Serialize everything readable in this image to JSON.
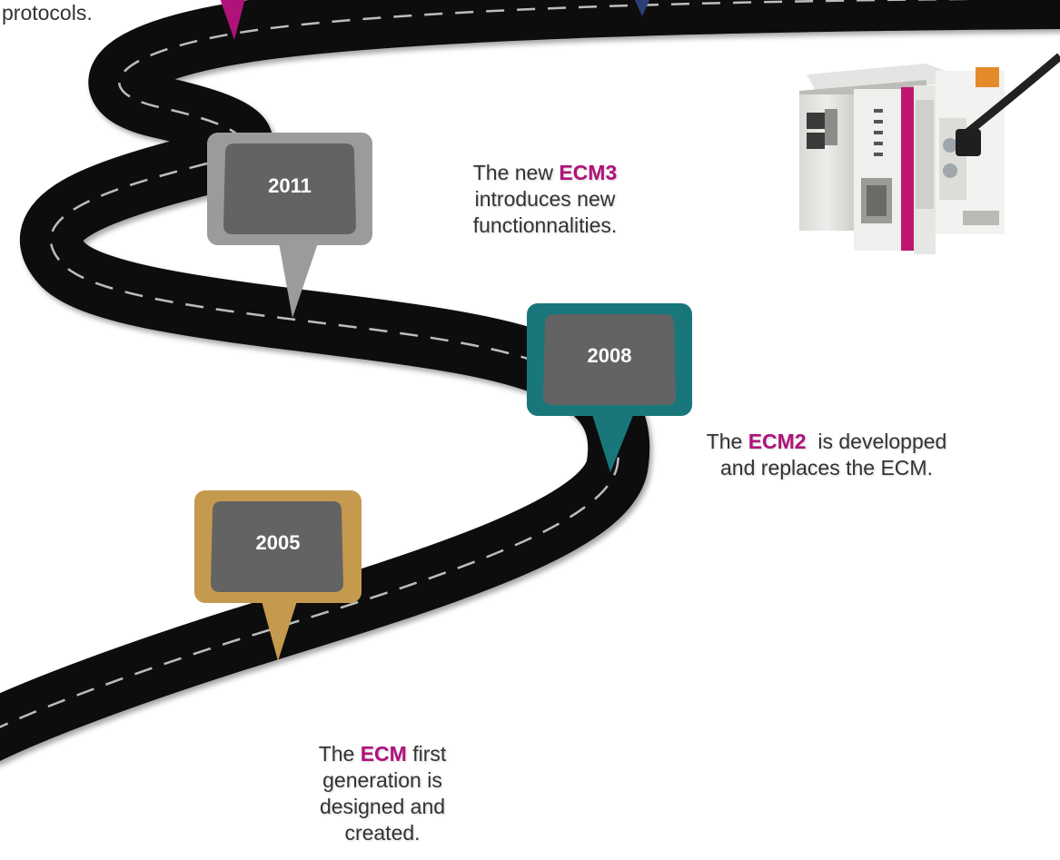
{
  "top_fragment": "protocols.",
  "milestones": [
    {
      "year": "2011",
      "color": "#9b9b9b",
      "text_before": "The new ",
      "highlight": "ECM3",
      "text_after": "introduces new functionnalities."
    },
    {
      "year": "2008",
      "color": "#19777b",
      "text_before": "The ",
      "highlight": "ECM2",
      "text_after": "is developped and replaces the ECM."
    },
    {
      "year": "2005",
      "color": "#c69a4e",
      "text_before": "The ",
      "highlight": "ECM",
      "text_after": "first generation is designed and created."
    }
  ],
  "colors": {
    "highlight": "#b0127a",
    "road": "#111111",
    "road_dash": "#bdbdbd",
    "marker_inner": "#636363",
    "top_pin_magenta": "#b0127a",
    "top_pin_navy": "#2c3e75",
    "device_accent": "#c0176e"
  },
  "device_image": "ecm-controller-module"
}
